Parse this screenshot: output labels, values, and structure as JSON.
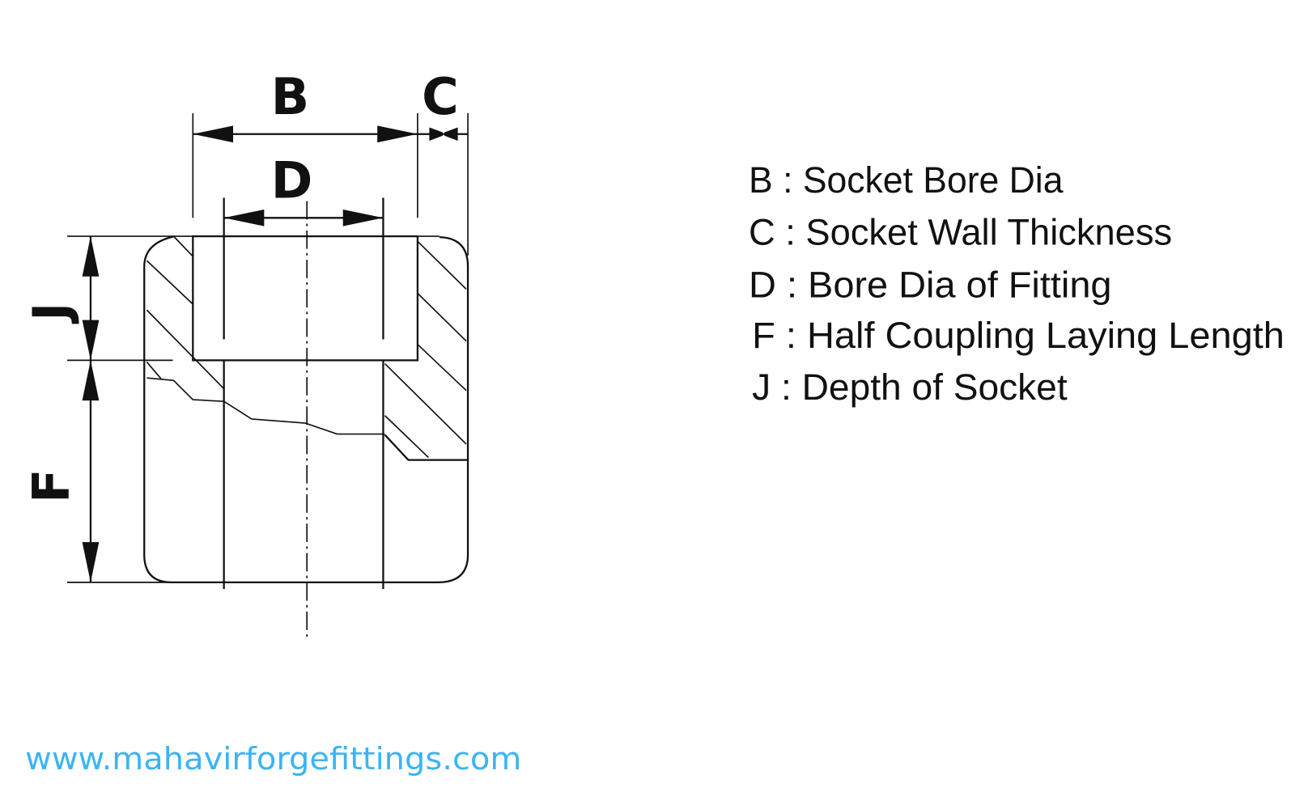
{
  "diagram": {
    "dimension_labels": {
      "B": "B",
      "C": "C",
      "D": "D",
      "F": "F",
      "J": "J"
    },
    "legend": [
      {
        "text": "B : Socket Bore Dia"
      },
      {
        "text": "C : Socket Wall Thickness"
      },
      {
        "text": "D : Bore Dia of Fitting"
      },
      {
        "text": "F : Half Coupling Laying Length"
      },
      {
        "text": "J : Depth of Socket"
      }
    ],
    "website": "www.mahavirforgefittings.com",
    "colors": {
      "line": "#111111",
      "website": "#3bb4f5",
      "background": "#ffffff"
    }
  }
}
